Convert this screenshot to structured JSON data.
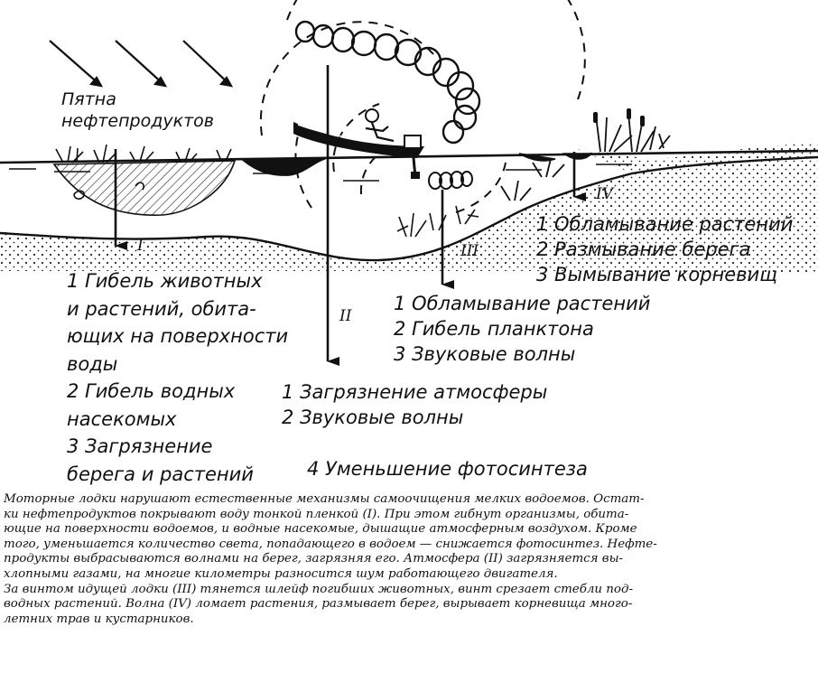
{
  "oil_label": [
    "Пятна",
    "нефтепродуктов"
  ],
  "markers": {
    "I": "I",
    "II": "II",
    "III": "III",
    "IV": "IV"
  },
  "group_I": [
    "1 Гибель животных",
    "и растений, обита-",
    "ющих на поверхности",
    "воды",
    "2 Гибель водных",
    "насекомых",
    "3 Загрязнение",
    "берега и растений"
  ],
  "group_II": [
    "1 Загрязнение атмосферы",
    "2 Звуковые волны"
  ],
  "group_III": [
    "1 Обламывание растений",
    "2 Гибель планктона",
    "3 Звуковые волны"
  ],
  "group_IV": [
    "1 Обламывание растений",
    "2 Размывание берега",
    "3 Вымывание корневищ"
  ],
  "item_4": "4  Уменьшение  фотосинтеза",
  "caption": [
    "Моторные лодки нарушают естественные механизмы самоочищения мелких водоемов. Остат-",
    "ки нефтепродуктов покрывают воду тонкой пленкой (I). При этом гибнут организмы, обита-",
    "ющие на поверхности водоемов, и водные насекомые, дышащие атмосферным воздухом. Кроме",
    "того, уменьшается количество света, попадающего в водоем — снижается фотосинтез. Нефте-",
    "продукты выбрасываются волнами на берег, загрязняя его. Атмосфера (II) загрязняется вы-",
    "хлопными газами, на многие километры разносится шум работающего двигателя.",
    "За винтом идущей лодки (III) тянется шлейф погибших животных, винт срезает стебли под-",
    "водных растений. Волна (IV) ломает растения, размывает берег, вырывает корневища много-",
    "летних трав и кустарников."
  ]
}
